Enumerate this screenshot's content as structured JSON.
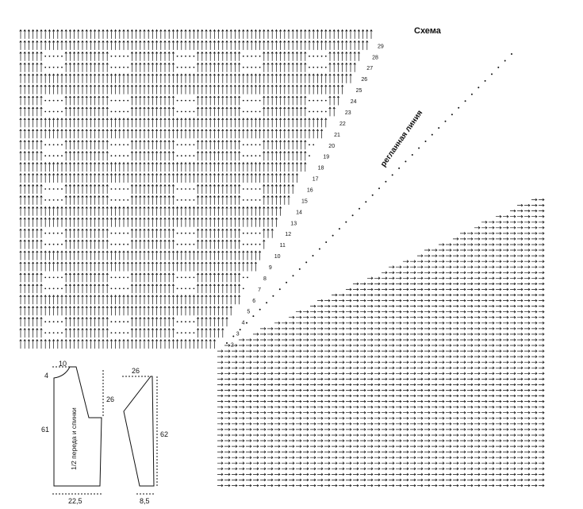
{
  "title": "Схема",
  "raglan_label": "регланная линия",
  "row_numbers": [
    "2",
    "3",
    "4",
    "5",
    "6",
    "7",
    "8",
    "9",
    "10",
    "11",
    "12",
    "13",
    "14",
    "15",
    "16",
    "17",
    "18",
    "19",
    "20",
    "21",
    "22",
    "23",
    "24",
    "25",
    "26",
    "27",
    "28",
    "29"
  ],
  "front_pattern": {
    "label": "1/2 переда и спинки",
    "neck_width": "10",
    "neck_depth": "4",
    "armhole": "26",
    "length": "61",
    "width": "22,5"
  },
  "sleeve_pattern": {
    "top": "26",
    "length": "62",
    "cuff": "8,5"
  },
  "colors": {
    "ink": "#111111",
    "background": "#ffffff"
  }
}
